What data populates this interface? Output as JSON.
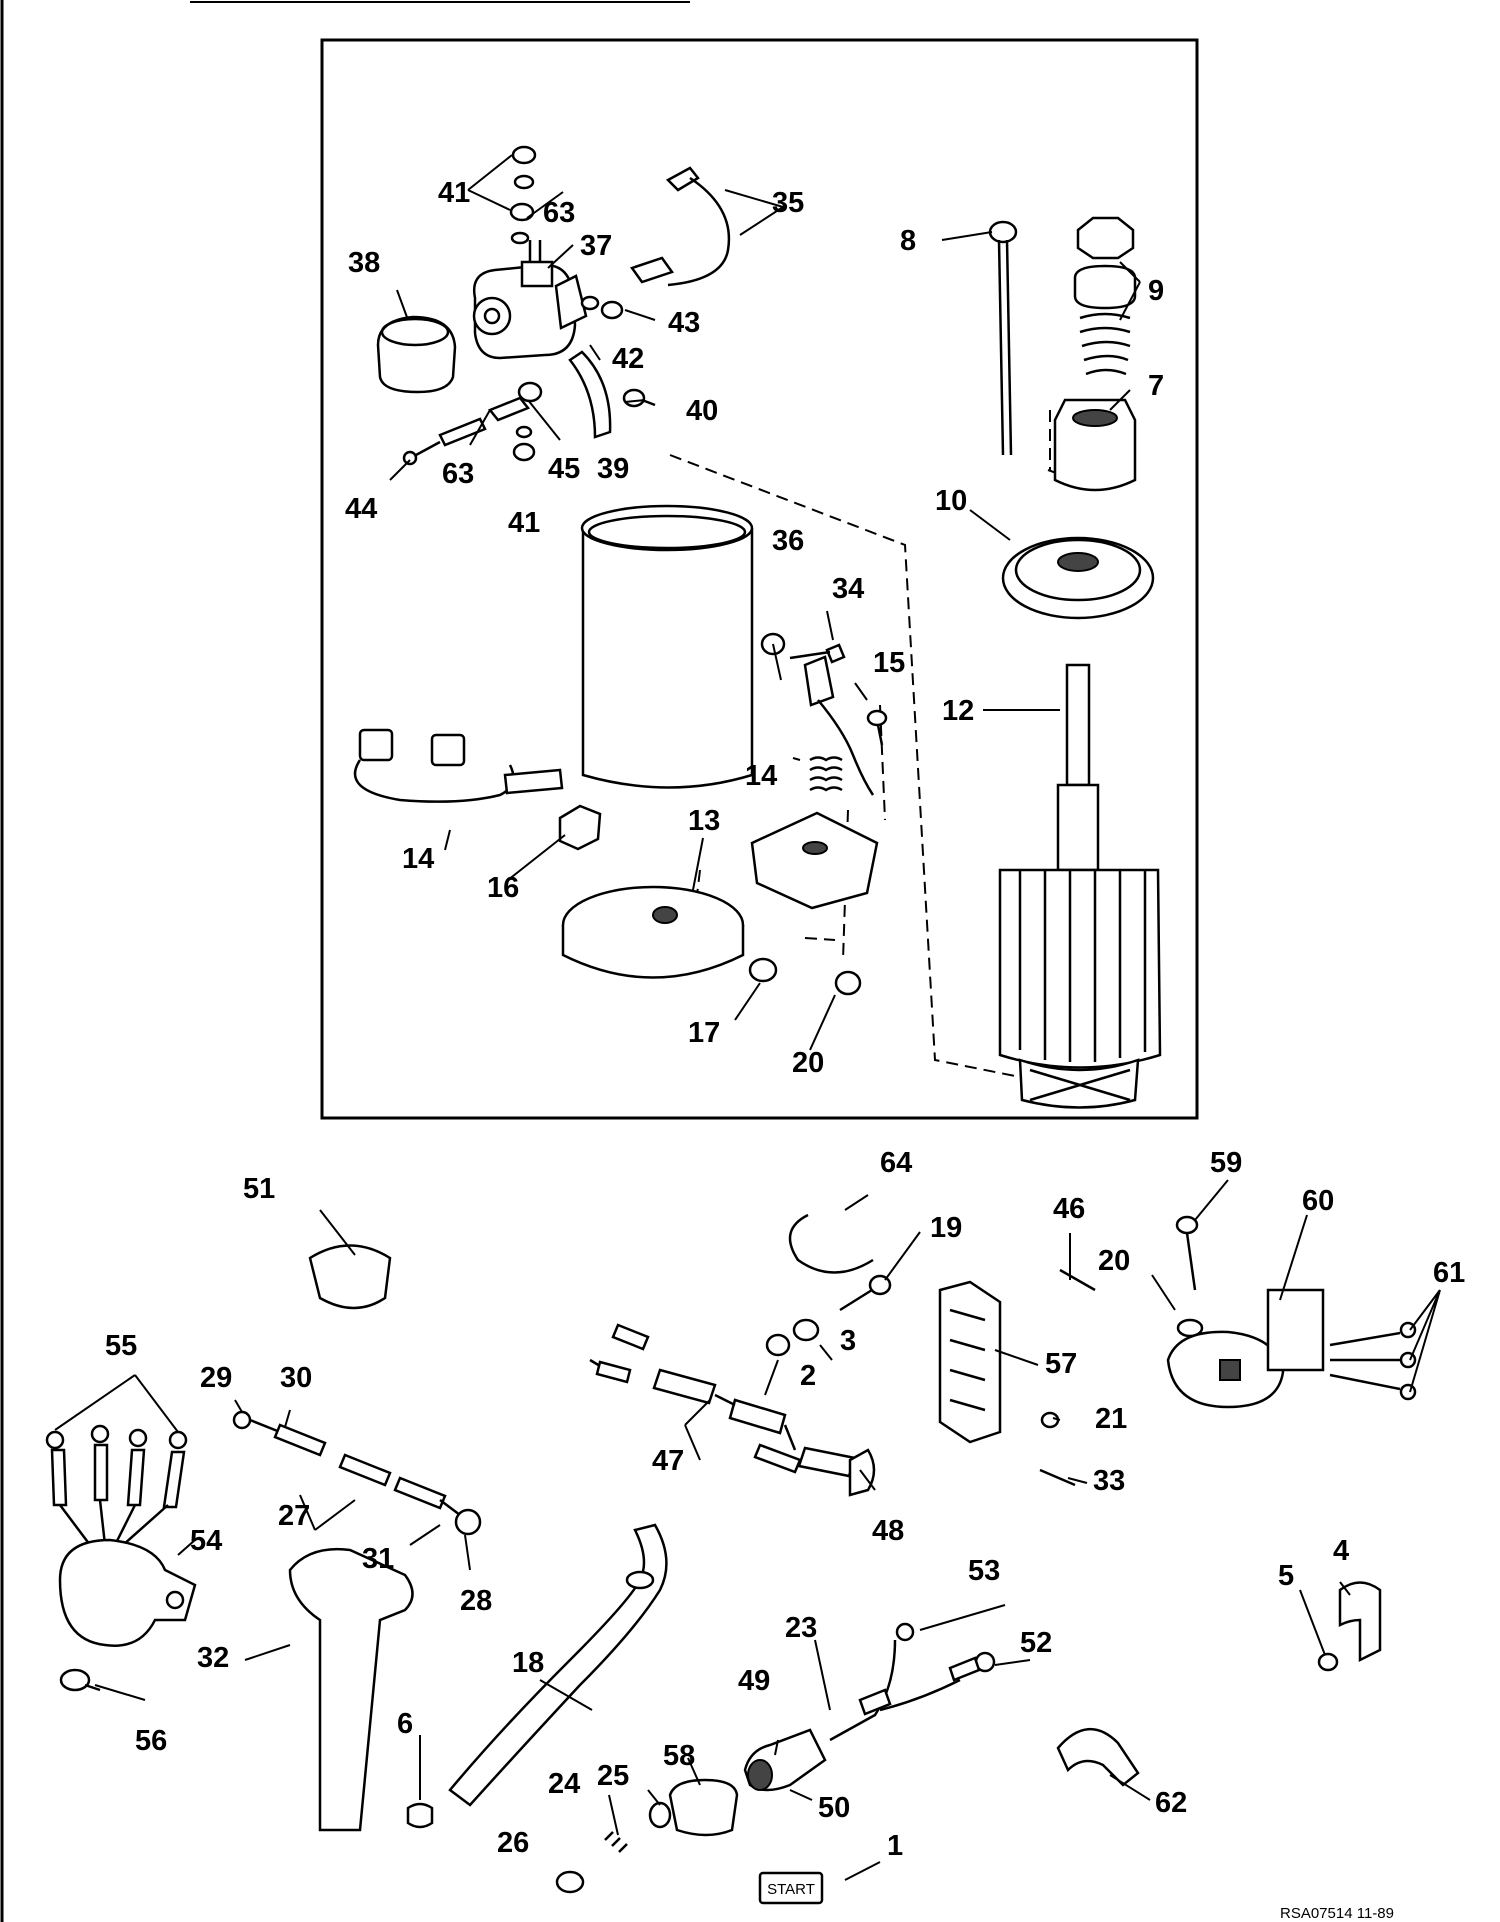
{
  "labels": [
    "1",
    "2",
    "3",
    "4",
    "5",
    "6",
    "7",
    "8",
    "9",
    "10",
    "12",
    "13",
    "14",
    "14",
    "15",
    "16",
    "17",
    "18",
    "19",
    "20",
    "20",
    "21",
    "23",
    "24",
    "25",
    "26",
    "27",
    "28",
    "29",
    "30",
    "31",
    "32",
    "33",
    "34",
    "35",
    "36",
    "37",
    "38",
    "39",
    "40",
    "41",
    "41",
    "42",
    "43",
    "44",
    "45",
    "46",
    "47",
    "48",
    "49",
    "50",
    "51",
    "52",
    "53",
    "54",
    "55",
    "56",
    "57",
    "58",
    "59",
    "60",
    "61",
    "62",
    "63",
    "63",
    "64"
  ],
  "start_text": "START",
  "footer_code": "RSA07514  11-89"
}
